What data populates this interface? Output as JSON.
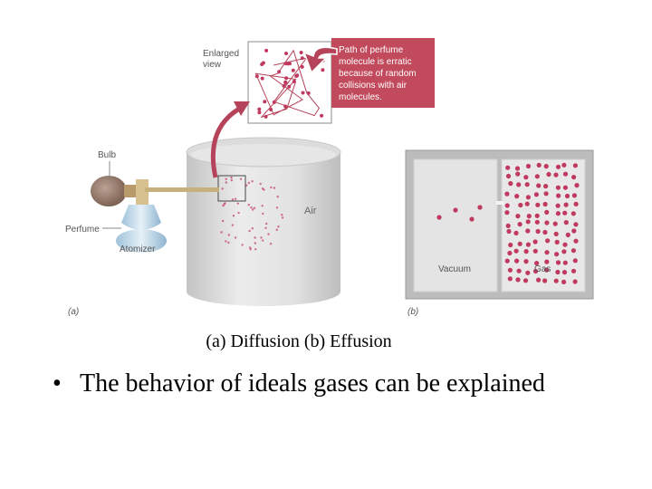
{
  "figure": {
    "enlarged_view_label_1": "Enlarged",
    "enlarged_view_label_2": "view",
    "callout_lines": [
      "Path of perfume",
      "molecule is erratic",
      "because of random",
      "collisions with air",
      "molecules."
    ],
    "bulb_label": "Bulb",
    "perfume_label": "Perfume",
    "atomizer_label": "Atomizer",
    "air_label": "Air",
    "panel_a_label": "(a)",
    "vacuum_label": "Vacuum",
    "gas_label": "Gas",
    "panel_b_label": "(b)",
    "colors": {
      "molecule": "#c0395f",
      "callout_box": "#c14a5c",
      "arrow": "#b5445a",
      "container": "#bcbcbc"
    }
  },
  "caption": "(a) Diffusion (b) Effusion",
  "bullet": {
    "marker": "•",
    "text": "The behavior of ideals gases can be explained"
  }
}
